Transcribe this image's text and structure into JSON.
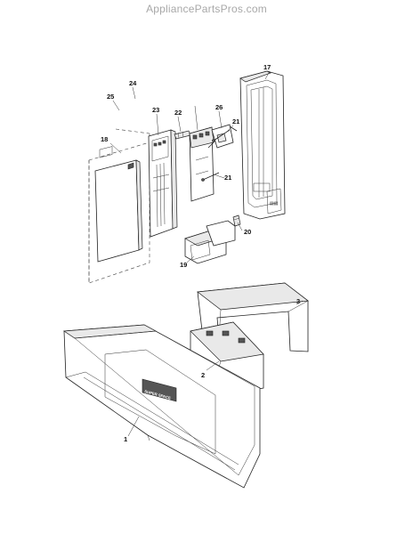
{
  "watermark": "AppliancePartsPros.com",
  "badge_text": "SUPER SPACE",
  "callouts": {
    "c1": "1",
    "c2": "2",
    "c3": "3",
    "c17": "17",
    "c18": "18",
    "c19": "19",
    "c20": "20",
    "c21a": "21",
    "c21b": "21",
    "c22": "22",
    "c23": "23",
    "c24": "24",
    "c25": "25",
    "c26": "26"
  }
}
